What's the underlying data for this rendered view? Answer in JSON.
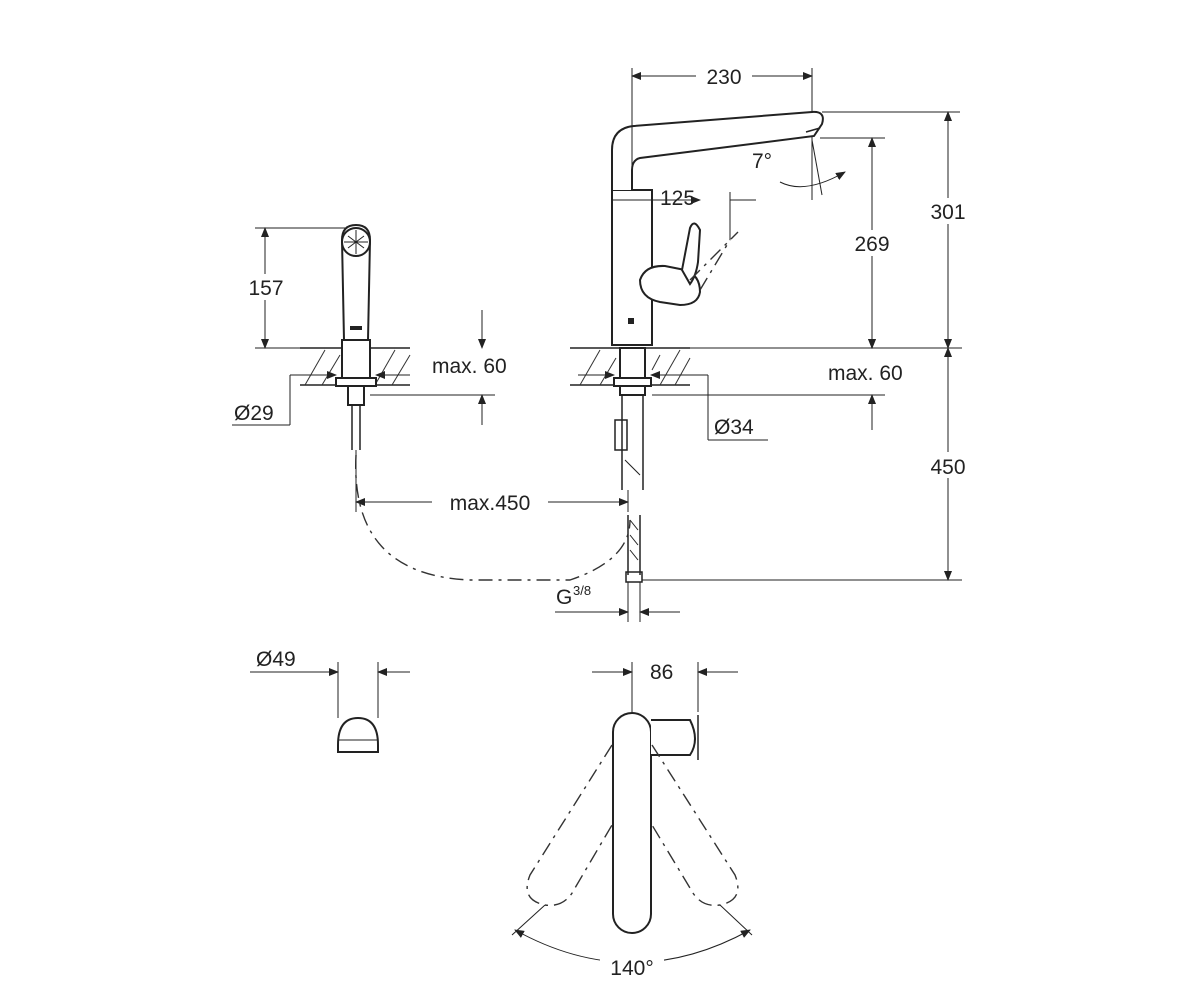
{
  "dimensions": {
    "spout_reach": "230",
    "spout_angle": "7°",
    "handle_reach": "125",
    "outlet_height": "269",
    "total_height": "301",
    "hand_shower_height": "157",
    "max_deck_left": "max. 60",
    "max_deck_right": "max. 60",
    "hole_left": "Ø29",
    "hole_right": "Ø34",
    "hose_distance": "max.450",
    "hose_length": "450",
    "connection_thread": "G",
    "connection_fraction": "3/8",
    "head_diameter": "Ø49",
    "lever_width": "86",
    "swivel_angle": "140°"
  },
  "colors": {
    "line": "#222222",
    "background": "#ffffff"
  }
}
